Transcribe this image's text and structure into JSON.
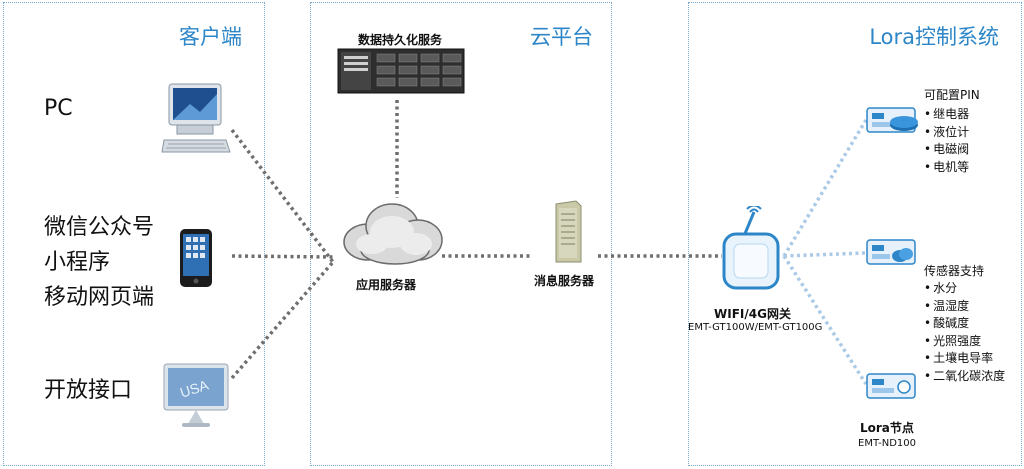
{
  "panels": {
    "client": {
      "title": "客户端"
    },
    "cloud": {
      "title": "云平台"
    },
    "lora": {
      "title": "Lora控制系统"
    }
  },
  "client": {
    "pc_label": "PC",
    "wechat_lines": [
      "微信公众号",
      "小程序",
      "移动网页端"
    ],
    "open_api_label": "开放接口"
  },
  "cloud": {
    "persistence_label": "数据持久化服务",
    "app_server_label": "应用服务器",
    "message_server_label": "消息服务器"
  },
  "gateway": {
    "name": "WIFI/4G网关",
    "model": "EMT-GT100W/EMT-GT100G"
  },
  "lora": {
    "configurable_title": "可配置PIN",
    "configurable_items": [
      "继电器",
      "液位计",
      "电磁阀",
      "电机等"
    ],
    "sensor_title": "传感器支持",
    "sensor_items": [
      "水分",
      "温湿度",
      "酸碱度",
      "光照强度",
      "土壤电导率",
      "二氧化碳浓度"
    ],
    "node_name": "Lora节点",
    "node_model": "EMT-ND100"
  },
  "colors": {
    "accent": "#2d86c8",
    "panel_border": "#7aa9cf",
    "gray_link": "#6f6f6f",
    "blue_link": "#a9c9e6"
  },
  "icons": {
    "pc": "desktop-computer-icon",
    "phone": "smartphone-icon",
    "monitor": "monitor-icon",
    "rack": "rack-server-icon",
    "cloud": "cloud-icon",
    "tower": "tower-server-icon",
    "gateway": "gateway-router-icon",
    "module": "lora-module-icon"
  }
}
